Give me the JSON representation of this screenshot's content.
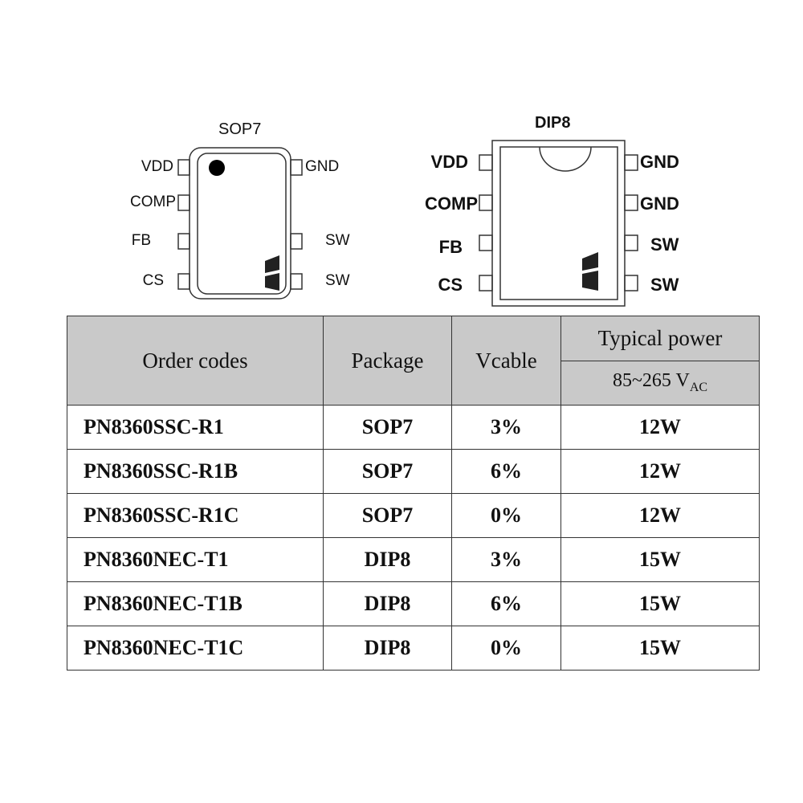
{
  "sop7": {
    "title": "SOP7",
    "left_pins": [
      "VDD",
      "COMP",
      "FB",
      "CS"
    ],
    "right_pins": [
      "GND",
      "",
      "SW",
      "SW"
    ]
  },
  "dip8": {
    "title": "DIP8",
    "left_pins": [
      "VDD",
      "COMP",
      "FB",
      "CS"
    ],
    "right_pins": [
      "GND",
      "GND",
      "SW",
      "SW"
    ]
  },
  "table": {
    "headers": {
      "order_codes": "Order codes",
      "package": "Package",
      "vcable": "Vcable",
      "typical_power": "Typical power",
      "voltage_range": "85~265 V",
      "voltage_sub": "AC"
    },
    "rows": [
      {
        "code": "PN8360SSC-R1",
        "package": "SOP7",
        "vcable": "3%",
        "power": "12W"
      },
      {
        "code": "PN8360SSC-R1B",
        "package": "SOP7",
        "vcable": "6%",
        "power": "12W"
      },
      {
        "code": "PN8360SSC-R1C",
        "package": "SOP7",
        "vcable": "0%",
        "power": "12W"
      },
      {
        "code": "PN8360NEC-T1",
        "package": "DIP8",
        "vcable": "3%",
        "power": "15W"
      },
      {
        "code": "PN8360NEC-T1B",
        "package": "DIP8",
        "vcable": "6%",
        "power": "15W"
      },
      {
        "code": "PN8360NEC-T1C",
        "package": "DIP8",
        "vcable": "0%",
        "power": "15W"
      }
    ]
  }
}
